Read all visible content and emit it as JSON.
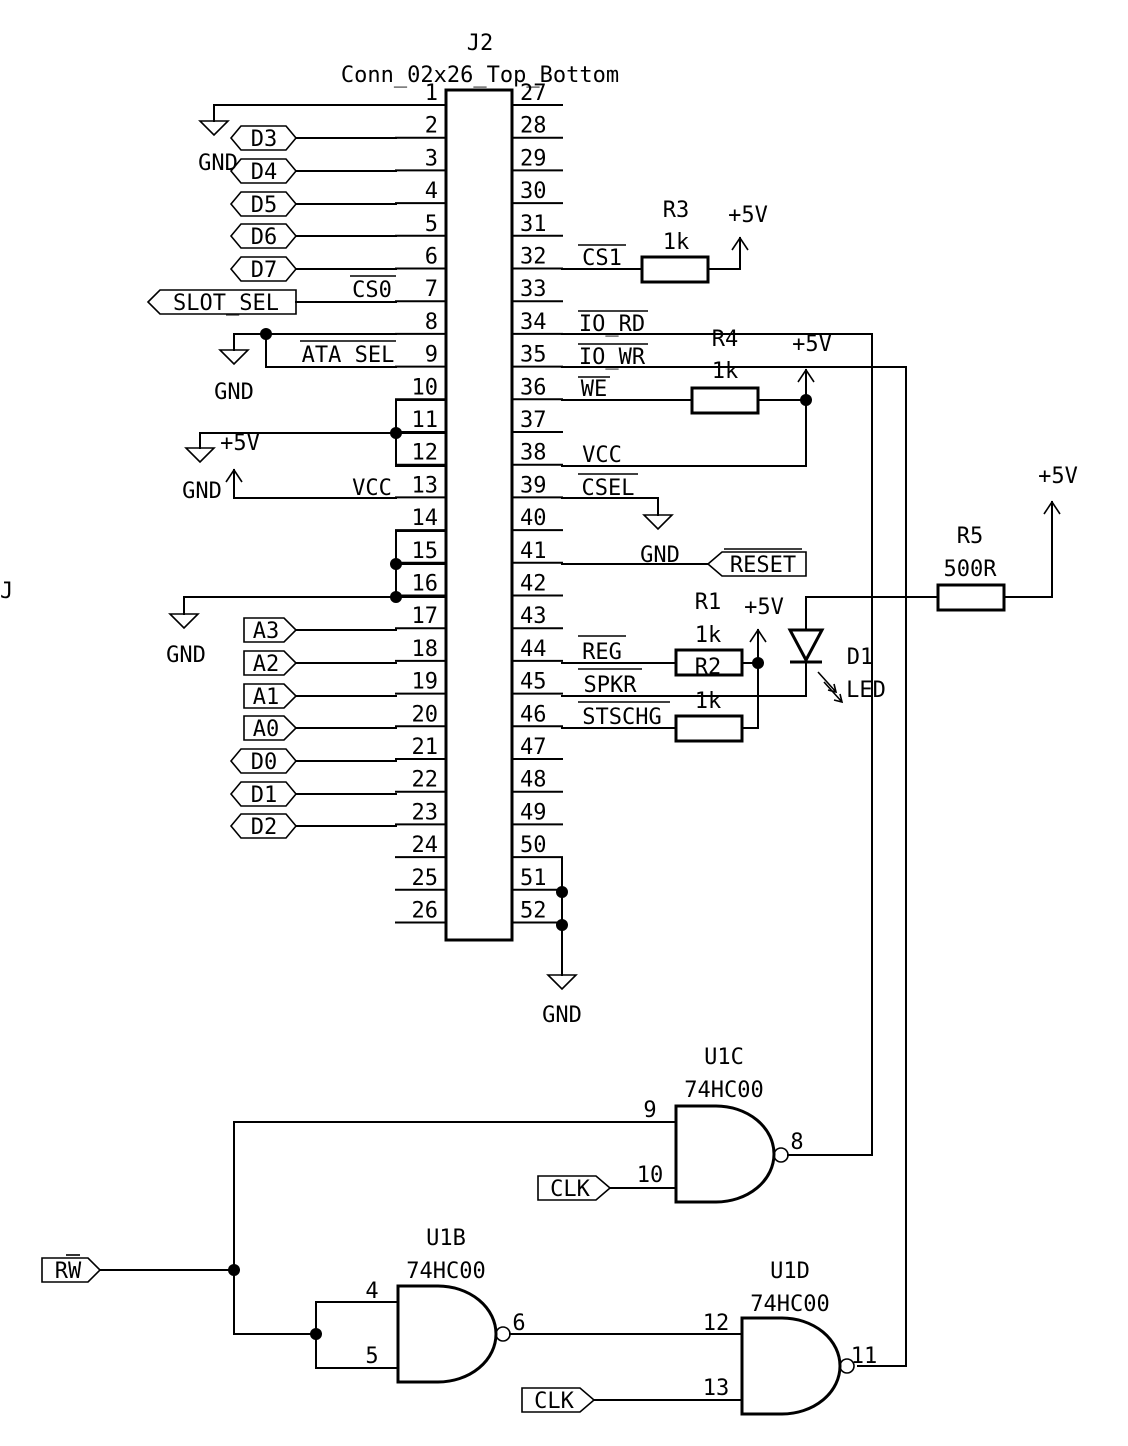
{
  "connector": {
    "ref": "J2",
    "value": "Conn_02x26_Top_Bottom",
    "left_pins": [
      "1",
      "2",
      "3",
      "4",
      "5",
      "6",
      "7",
      "8",
      "9",
      "10",
      "11",
      "12",
      "13",
      "14",
      "15",
      "16",
      "17",
      "18",
      "19",
      "20",
      "21",
      "22",
      "23",
      "24",
      "25",
      "26"
    ],
    "right_pins": [
      "27",
      "28",
      "29",
      "30",
      "31",
      "32",
      "33",
      "34",
      "35",
      "36",
      "37",
      "38",
      "39",
      "40",
      "41",
      "42",
      "43",
      "44",
      "45",
      "46",
      "47",
      "48",
      "49",
      "50",
      "51",
      "52"
    ]
  },
  "left_signals": {
    "cs0": "CS0",
    "ata_sel": "ATA_SEL",
    "vcc": "VCC"
  },
  "right_signals": {
    "cs1": "CS1",
    "io_rd": "IO_RD",
    "io_wr": "IO_WR",
    "we": "WE",
    "vcc": "VCC",
    "csel": "CSEL",
    "reg": "REG",
    "spkr": "SPKR",
    "stschg": "STSCHG"
  },
  "labels": {
    "d3": "D3",
    "d4": "D4",
    "d5": "D5",
    "d6": "D6",
    "d7": "D7",
    "slot_sel": "SLOT_SEL",
    "a3": "A3",
    "a2": "A2",
    "a1": "A1",
    "a0": "A0",
    "d0": "D0",
    "d1": "D1",
    "d2": "D2",
    "reset": "RESET",
    "clk": "CLK",
    "rw": "RW"
  },
  "power": {
    "gnd": "GND",
    "plus5v": "+5V"
  },
  "resistors": {
    "r1": {
      "ref": "R1",
      "value": "1k"
    },
    "r2": {
      "ref": "R2",
      "value": "1k"
    },
    "r3": {
      "ref": "R3",
      "value": "1k"
    },
    "r4": {
      "ref": "R4",
      "value": "1k"
    },
    "r5": {
      "ref": "R5",
      "value": "500R"
    }
  },
  "led": {
    "ref": "D1",
    "value": "LED"
  },
  "gates": {
    "u1c": {
      "ref": "U1C",
      "value": "74HC00",
      "in_a": "9",
      "in_b": "10",
      "out": "8"
    },
    "u1b": {
      "ref": "U1B",
      "value": "74HC00",
      "in_a": "4",
      "in_b": "5",
      "out": "6"
    },
    "u1d": {
      "ref": "U1D",
      "value": "74HC00",
      "in_a": "12",
      "in_b": "13",
      "out": "11"
    }
  },
  "edge_mark": "J"
}
